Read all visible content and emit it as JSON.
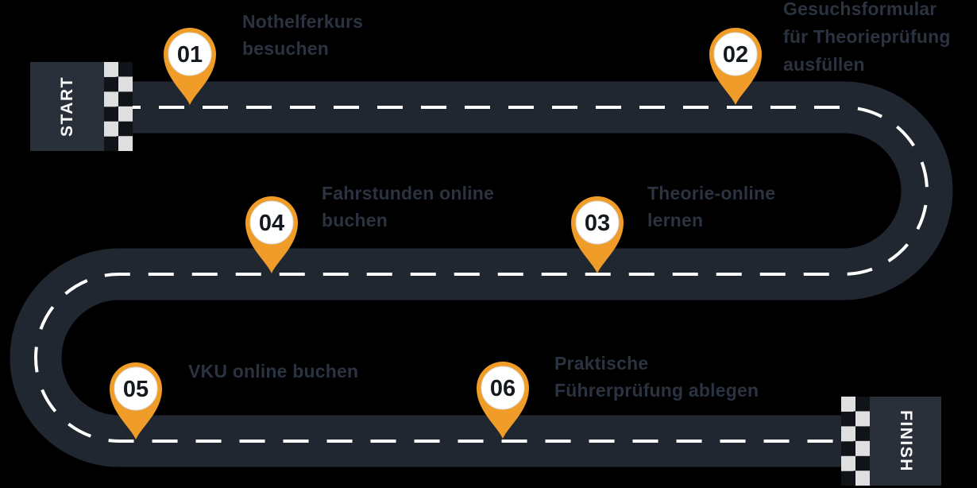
{
  "diagram": {
    "title_semantic": "driving-license-roadmap",
    "colors": {
      "background": "#000000",
      "road": "#212730",
      "road_dash": "#FFFFFF",
      "flag_background": "#2A303A",
      "checker_light": "#DFDFE0",
      "checker_dark": "#101318",
      "pin_orange": "#F09C28",
      "pin_circle": "#FFFFFF",
      "pin_number": "#14181F",
      "label_text": "#2B3240",
      "flag_text": "#FAFAFA"
    },
    "start_label": "START",
    "finish_label": "FINISH",
    "steps": [
      {
        "number": "01",
        "lines": [
          "Nothelferkurs",
          "besuchen"
        ]
      },
      {
        "number": "02",
        "lines": [
          "Gesuchsformular",
          "für Theorieprüfung",
          "ausfüllen"
        ]
      },
      {
        "number": "03",
        "lines": [
          "Theorie-online",
          "lernen"
        ]
      },
      {
        "number": "04",
        "lines": [
          "Fahrstunden online",
          "buchen"
        ]
      },
      {
        "number": "05",
        "lines": [
          "VKU online buchen"
        ]
      },
      {
        "number": "06",
        "lines": [
          "Praktische",
          "Führerprüfung ablegen"
        ]
      }
    ]
  }
}
